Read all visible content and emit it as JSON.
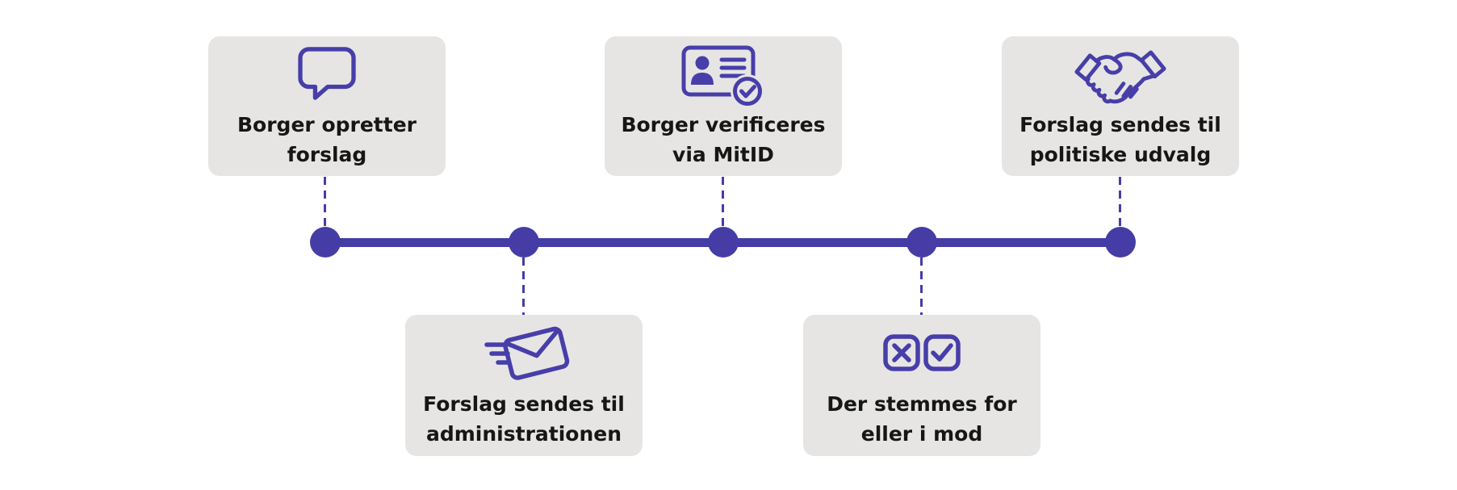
{
  "diagram": {
    "type": "process-timeline",
    "orientation": "horizontal",
    "node_count": 5
  },
  "colors": {
    "accent": "#473EA9",
    "timeline": "#453DA5",
    "card_bg": "#E6E5E4",
    "text": "#161616",
    "background": "#FFFFFF"
  },
  "steps": [
    {
      "id": 1,
      "position": "top",
      "icon": "speech-bubble-icon",
      "lines": [
        "Borger opretter",
        "forslag"
      ]
    },
    {
      "id": 2,
      "position": "bottom",
      "icon": "envelope-send-icon",
      "lines": [
        "Forslag sendes til",
        "administrationen"
      ]
    },
    {
      "id": 3,
      "position": "top",
      "icon": "id-card-verified-icon",
      "lines": [
        "Borger verificeres",
        "via MitID"
      ]
    },
    {
      "id": 4,
      "position": "bottom",
      "icon": "vote-checkboxes-icon",
      "lines": [
        "Der stemmes for",
        "eller i mod"
      ]
    },
    {
      "id": 5,
      "position": "top",
      "icon": "handshake-icon",
      "lines": [
        "Forslag sendes til",
        "politiske udvalg"
      ]
    }
  ]
}
